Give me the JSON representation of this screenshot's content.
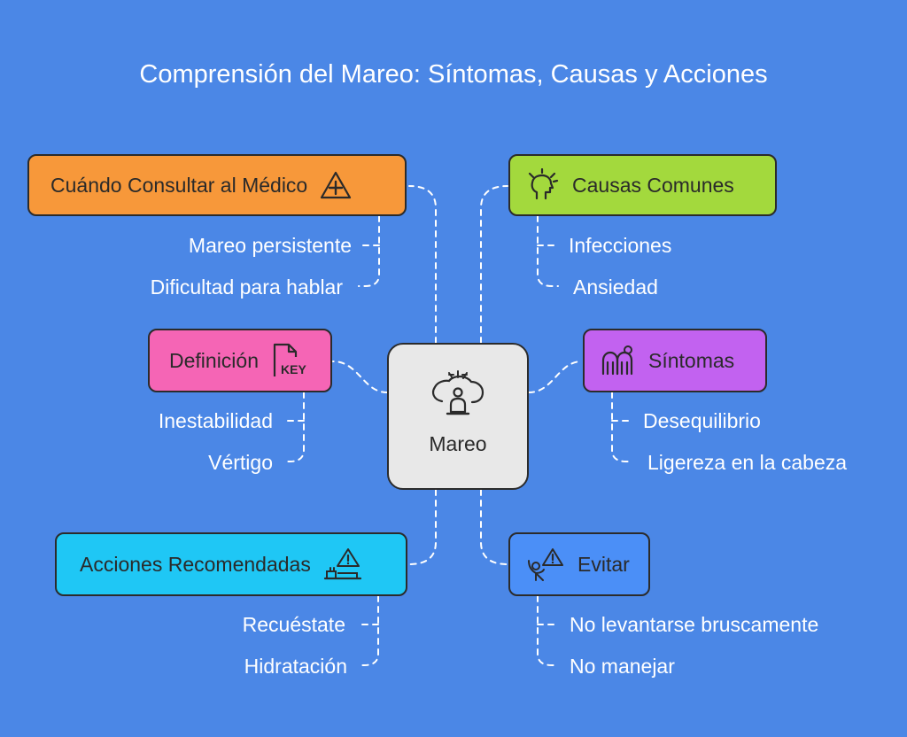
{
  "title": "Comprensión del Mareo: Síntomas, Causas y Acciones",
  "center": {
    "label": "Mareo",
    "icon": "dizzy-person-icon"
  },
  "branches": {
    "medico": {
      "label": "Cuándo Consultar al Médico",
      "icon": "warning-plus-icon",
      "color": "#f7983a",
      "items": [
        "Mareo persistente",
        "Dificultad para hablar"
      ]
    },
    "causas": {
      "label": "Causas Comunes",
      "icon": "head-burst-icon",
      "color": "#a3d93d",
      "items": [
        "Infecciones",
        "Ansiedad"
      ]
    },
    "definicion": {
      "label": "Definición",
      "icon": "key-document-icon",
      "color": "#f565b5",
      "items": [
        "Inestabilidad",
        "Vértigo"
      ]
    },
    "sintomas": {
      "label": "Síntomas",
      "icon": "people-symptoms-icon",
      "color": "#c262f0",
      "items": [
        "Desequilibrio",
        "Ligereza en la cabeza"
      ]
    },
    "acciones": {
      "label": "Acciones Recomendadas",
      "icon": "lying-down-warning-icon",
      "color": "#1fc7f5",
      "items": [
        "Recuéstate",
        "Hidratación"
      ]
    },
    "evitar": {
      "label": "Evitar",
      "icon": "person-warning-icon",
      "color": "#4b8ff7",
      "items": [
        "No levantarse bruscamente",
        "No manejar"
      ]
    }
  }
}
